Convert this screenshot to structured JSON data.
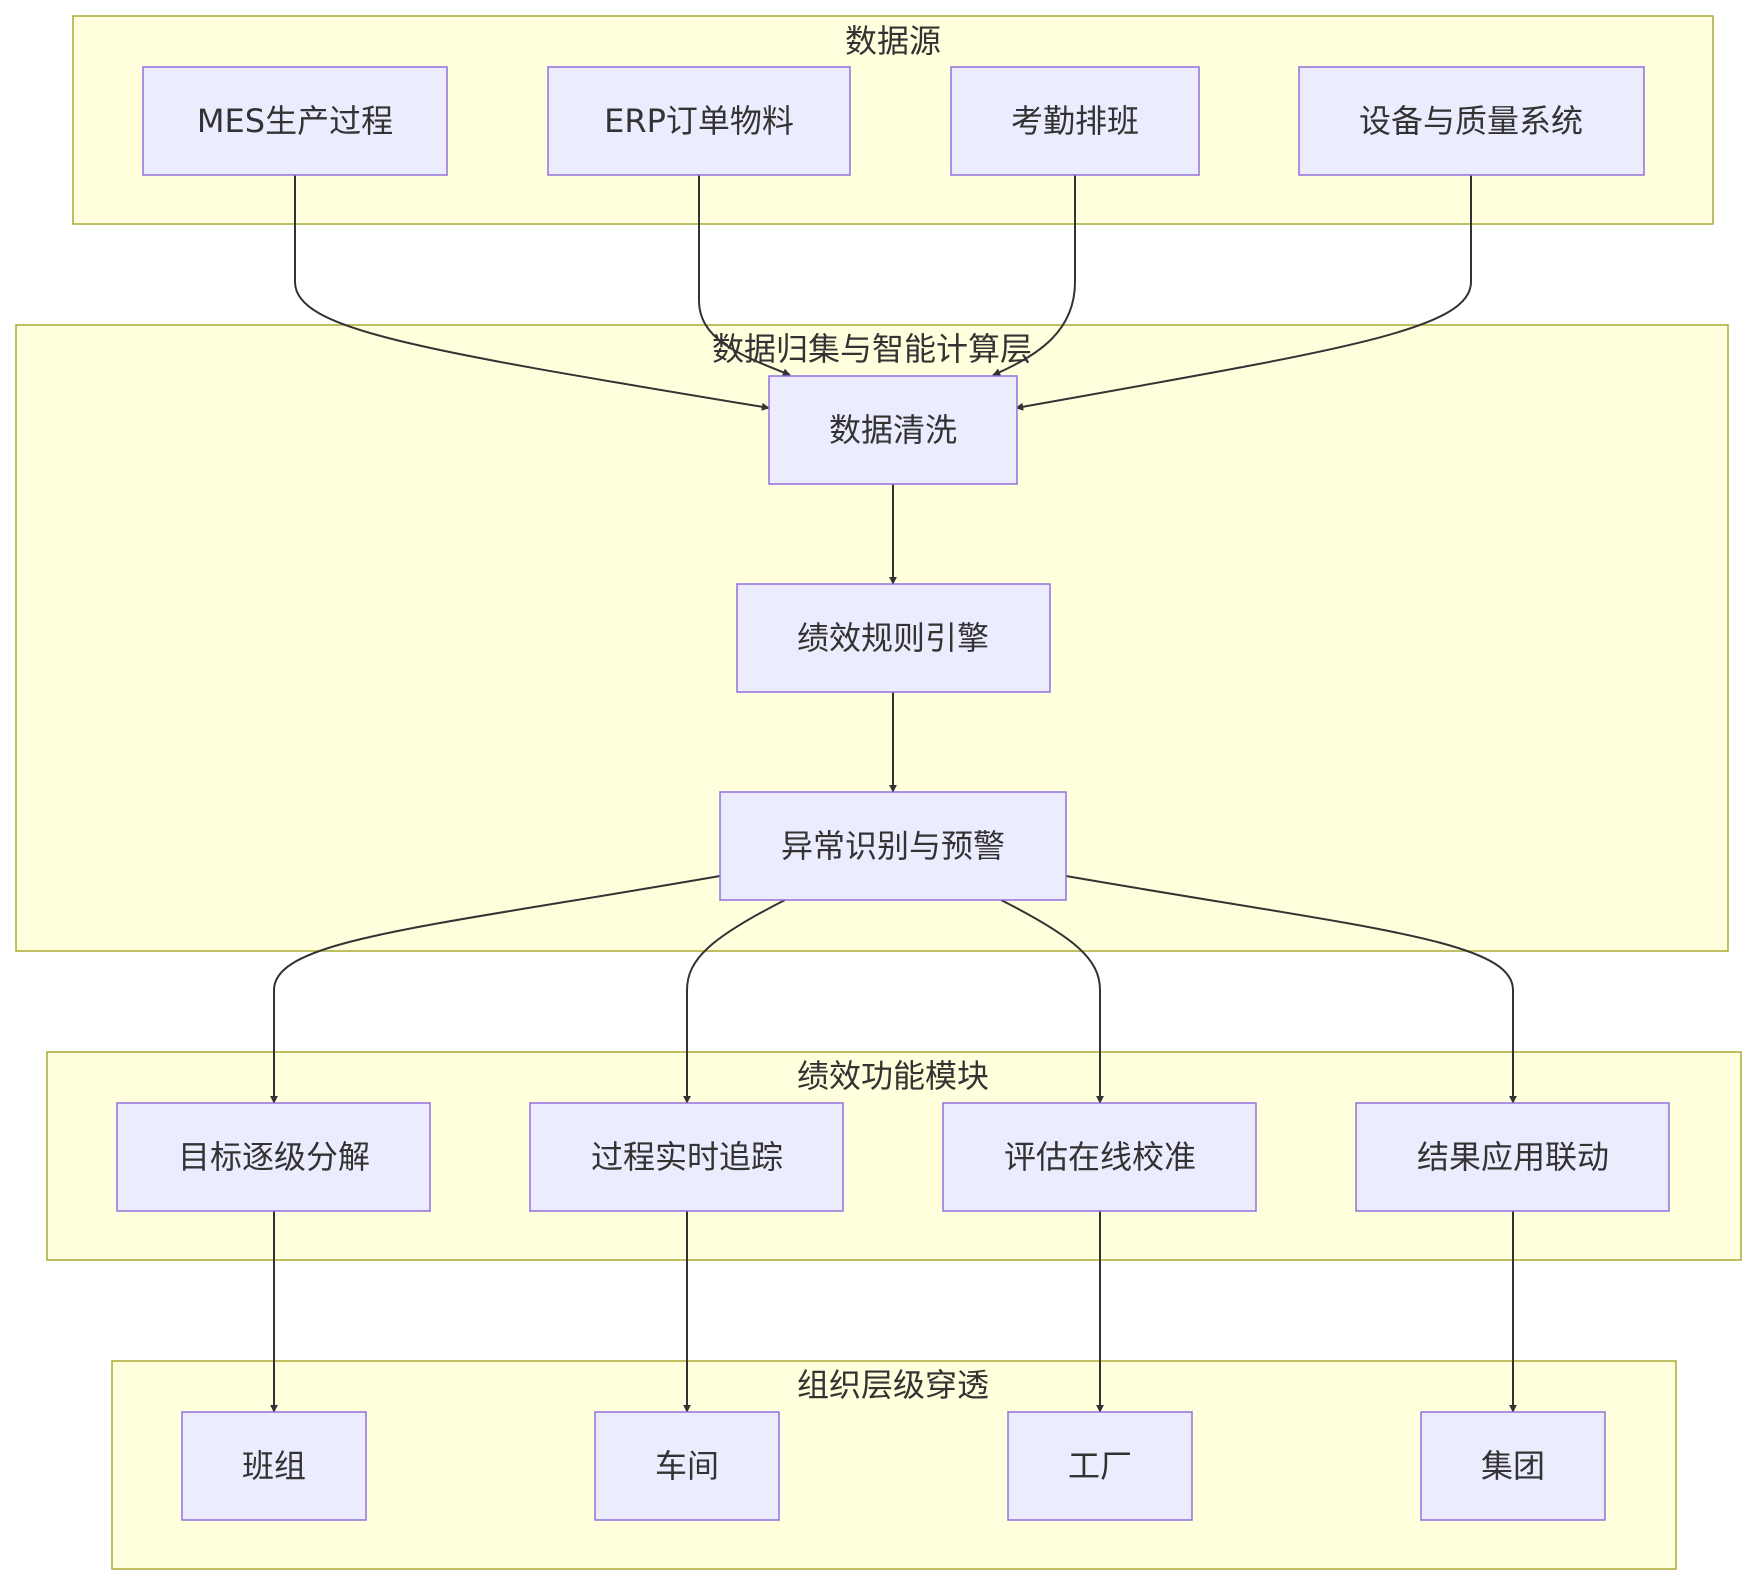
{
  "diagram": {
    "clusters": [
      {
        "id": "sources",
        "title": "数据源"
      },
      {
        "id": "compute",
        "title": "数据归集与智能计算层"
      },
      {
        "id": "modules",
        "title": "绩效功能模块"
      },
      {
        "id": "org",
        "title": "组织层级穿透"
      }
    ],
    "nodes": [
      {
        "id": "mes",
        "label": "MES生产过程"
      },
      {
        "id": "erp",
        "label": "ERP订单物料"
      },
      {
        "id": "attendance",
        "label": "考勤排班"
      },
      {
        "id": "equipment",
        "label": "设备与质量系统"
      },
      {
        "id": "cleaning",
        "label": "数据清洗"
      },
      {
        "id": "rules",
        "label": "绩效规则引擎"
      },
      {
        "id": "anomaly",
        "label": "异常识别与预警"
      },
      {
        "id": "goal",
        "label": "目标逐级分解"
      },
      {
        "id": "tracking",
        "label": "过程实时追踪"
      },
      {
        "id": "calibration",
        "label": "评估在线校准"
      },
      {
        "id": "results",
        "label": "结果应用联动"
      },
      {
        "id": "team",
        "label": "班组"
      },
      {
        "id": "workshop",
        "label": "车间"
      },
      {
        "id": "factory",
        "label": "工厂"
      },
      {
        "id": "group",
        "label": "集团"
      }
    ],
    "edges": [
      {
        "from": "mes",
        "to": "cleaning"
      },
      {
        "from": "erp",
        "to": "cleaning"
      },
      {
        "from": "attendance",
        "to": "cleaning"
      },
      {
        "from": "equipment",
        "to": "cleaning"
      },
      {
        "from": "cleaning",
        "to": "rules"
      },
      {
        "from": "rules",
        "to": "anomaly"
      },
      {
        "from": "anomaly",
        "to": "goal"
      },
      {
        "from": "anomaly",
        "to": "tracking"
      },
      {
        "from": "anomaly",
        "to": "calibration"
      },
      {
        "from": "anomaly",
        "to": "results"
      },
      {
        "from": "goal",
        "to": "team"
      },
      {
        "from": "tracking",
        "to": "workshop"
      },
      {
        "from": "calibration",
        "to": "factory"
      },
      {
        "from": "results",
        "to": "group"
      }
    ]
  }
}
